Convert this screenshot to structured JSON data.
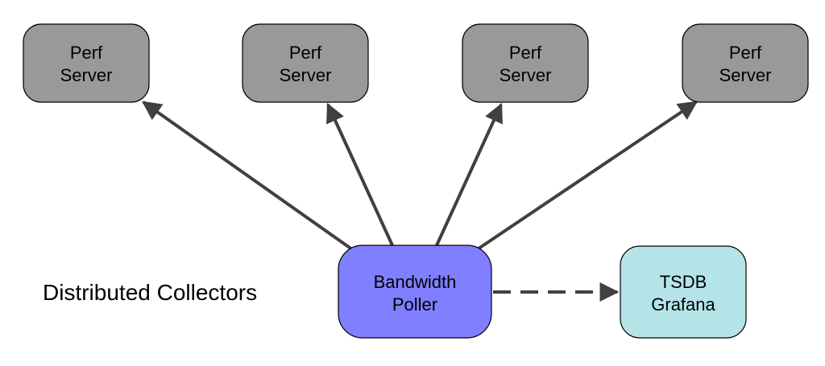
{
  "colors": {
    "perf_server_fill": "#999999",
    "poller_fill": "#7f7fff",
    "tsdb_fill": "#b4e3e8",
    "arrow": "#404040",
    "stroke": "#000000"
  },
  "caption": "Distributed Collectors",
  "perf_servers": [
    {
      "line1": "Perf",
      "line2": "Server"
    },
    {
      "line1": "Perf",
      "line2": "Server"
    },
    {
      "line1": "Perf",
      "line2": "Server"
    },
    {
      "line1": "Perf",
      "line2": "Server"
    }
  ],
  "poller": {
    "line1": "Bandwidth",
    "line2": "Poller"
  },
  "tsdb": {
    "line1": "TSDB",
    "line2": "Grafana"
  }
}
